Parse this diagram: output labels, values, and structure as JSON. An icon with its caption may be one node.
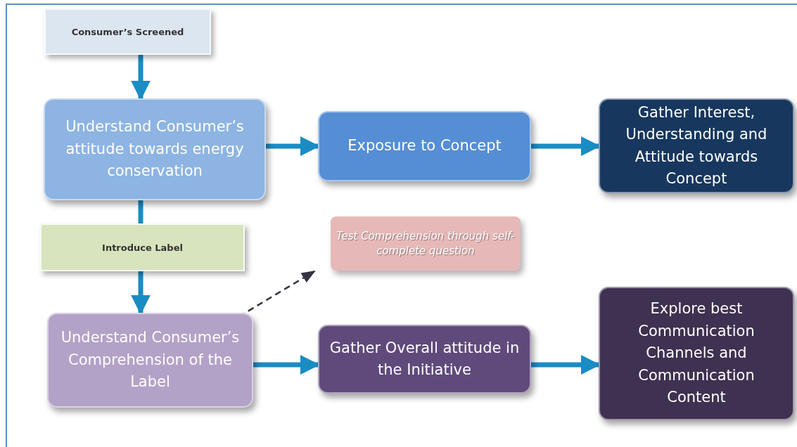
{
  "diagram": {
    "nodes": [
      {
        "text": [
          "Consumer’s Screened"
        ]
      },
      {
        "text": [
          "Understand Consumer’s attitude towards energy conservation"
        ]
      },
      {
        "text": [
          "Exposure to Concept"
        ]
      },
      {
        "text": [
          "Gather Interest, Understanding and Attitude towards Concept"
        ]
      },
      {
        "text": [
          "Introduce Label"
        ]
      },
      {
        "text": [
          "Test Comprehension through self-complete question"
        ]
      },
      {
        "text": [
          "Understand Consumer’s Comprehension of the Label"
        ]
      },
      {
        "text": [
          "Gather Overall attitude in the Initiative"
        ]
      },
      {
        "text": [
          "Explore best Communication Channels and Communication Content"
        ]
      }
    ],
    "edges": [
      {
        "from": 0,
        "to": 1,
        "arrow": "to"
      },
      {
        "from": 1,
        "to": 2,
        "arrow": "to"
      },
      {
        "from": 2,
        "to": 3,
        "arrow": "to"
      },
      {
        "from": 1,
        "to": 4,
        "arrow": "none"
      },
      {
        "from": 4,
        "to": 6,
        "arrow": "to"
      },
      {
        "from": 6,
        "to": 5,
        "arrow": "to",
        "style": "dashed",
        "color": "#333344"
      },
      {
        "from": 6,
        "to": 7,
        "arrow": "to"
      },
      {
        "from": 7,
        "to": 8,
        "arrow": "to"
      }
    ]
  }
}
